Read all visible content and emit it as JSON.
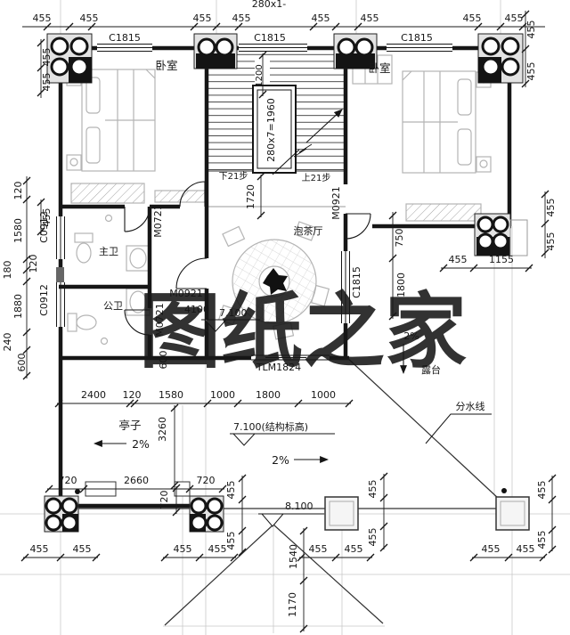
{
  "drawing": {
    "top_truncated_note": "280x1-",
    "watermark": {
      "text": "图纸之家",
      "color": "#d8251c"
    }
  },
  "rooms": {
    "bedroom": "卧室",
    "master_bath": "主卫",
    "public_bath": "公卫",
    "tea_room": "泡茶厅",
    "pavilion": "亭子",
    "terrace": "露台"
  },
  "openings": {
    "window_c1815": "C1815",
    "window_c0912": "C0912",
    "door_m0721": "M0721",
    "door_m0921": "M0921",
    "sliding_door_tlm1824": "TLM1824"
  },
  "stairs": {
    "run_formula": "280x7=1960",
    "flight_width": "1200",
    "down_label": "下21步",
    "up_label": "上21步",
    "landing_depth": "1720"
  },
  "levels": {
    "floor_structural": "7.100(结构标高)",
    "floor": "7.100",
    "roof_top": "8.100"
  },
  "slope_label": "2%",
  "annotations": {
    "watershed_line": "分水线"
  },
  "dims": {
    "d455": "455",
    "d1155": "1155",
    "d120": "120",
    "d1580": "1580",
    "d180": "180",
    "d1880": "1880",
    "d240": "240",
    "d600": "600",
    "d750": "750",
    "d1800": "1800",
    "d2400": "2400",
    "d1000": "1000",
    "d3260": "3260",
    "d720": "720",
    "d2660": "2660",
    "d1540": "1540",
    "d1170": "1170",
    "d4100": "4100"
  }
}
